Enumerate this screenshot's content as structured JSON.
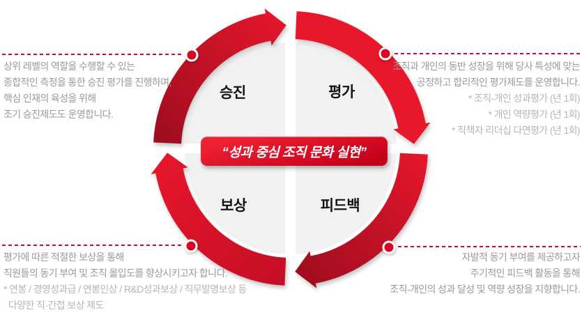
{
  "banner": {
    "text": "“성과 중심 조직 문화 실현”"
  },
  "quadrants": {
    "top_left": "승진",
    "top_right": "평가",
    "bottom_left": "보상",
    "bottom_right": "피드백"
  },
  "notes": {
    "promotion": {
      "lines": [
        "상위 레벨의 역할을 수행할 수 있는",
        "종합적인 측정을 통한 승진 평가를 진행하며,",
        "핵심 인재의 육성을 위해",
        "조기 승진제도도 운영합니다."
      ]
    },
    "evaluation": {
      "lines": [
        "조직과 개인의 동반 성장을 위해 당사 특성에 맞는",
        "공정하고 합리적인 평가제도를 운영합니다."
      ],
      "sub_lines": [
        "* 조직-개인 성과평가 (년 1회)",
        "* 개인 역량평가 (년 1회)",
        "* 직책자 리더십 다면평가 (년 1회)"
      ]
    },
    "compensation": {
      "lines": [
        "평가에 따른 적절한 보상을 통해",
        "직원들의 동기 부여 및 조직 몰입도를 향상시키고자 합니다."
      ],
      "sub_lines": [
        "* 연봉 / 경영성과급 / 연봉인상 / R&D성과보상 / 직무발명보상 등",
        "다양한 직·간접 보상 제도"
      ]
    },
    "feedback": {
      "lines": [
        "자발적 동기 부여를 제공하고자",
        "주기적인 피드백 활동을 통해",
        "조직-개인의 성과 달성 및 역량 성장을 지향합니다."
      ]
    }
  },
  "colors": {
    "bright_red": "#e8172b",
    "mid_red": "#c40e24",
    "dark_red": "#9b0c1f",
    "dot_red": "#dc0222",
    "dash_red": "#cf053b",
    "panel_gray": "#f1f1f2",
    "banner_top": "#ee2033",
    "banner_bottom": "#c3001a",
    "text_gray": "#9a9a9a",
    "subtext_gray": "#b5b5b5",
    "label_black": "#141414"
  }
}
